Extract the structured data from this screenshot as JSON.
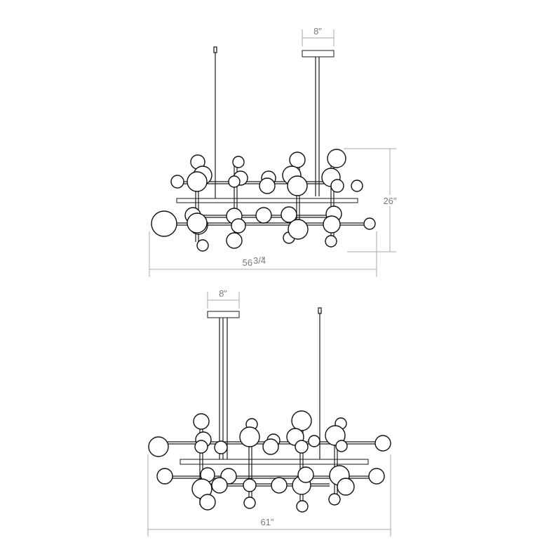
{
  "diagram": {
    "title": "Chandelier dimension drawing",
    "views": [
      {
        "name": "front-view",
        "canopy_width_label": "8\"",
        "height_label": "26\"",
        "width_label_whole": "56",
        "width_label_fraction": "3/4",
        "width_label_unit": "\""
      },
      {
        "name": "side-view",
        "canopy_width_label": "8\"",
        "width_label": "61\""
      }
    ],
    "colors": {
      "line": "#111111",
      "dimension": "#a8a8a8",
      "dimension_text": "#7a7a7a",
      "background": "#ffffff"
    }
  }
}
